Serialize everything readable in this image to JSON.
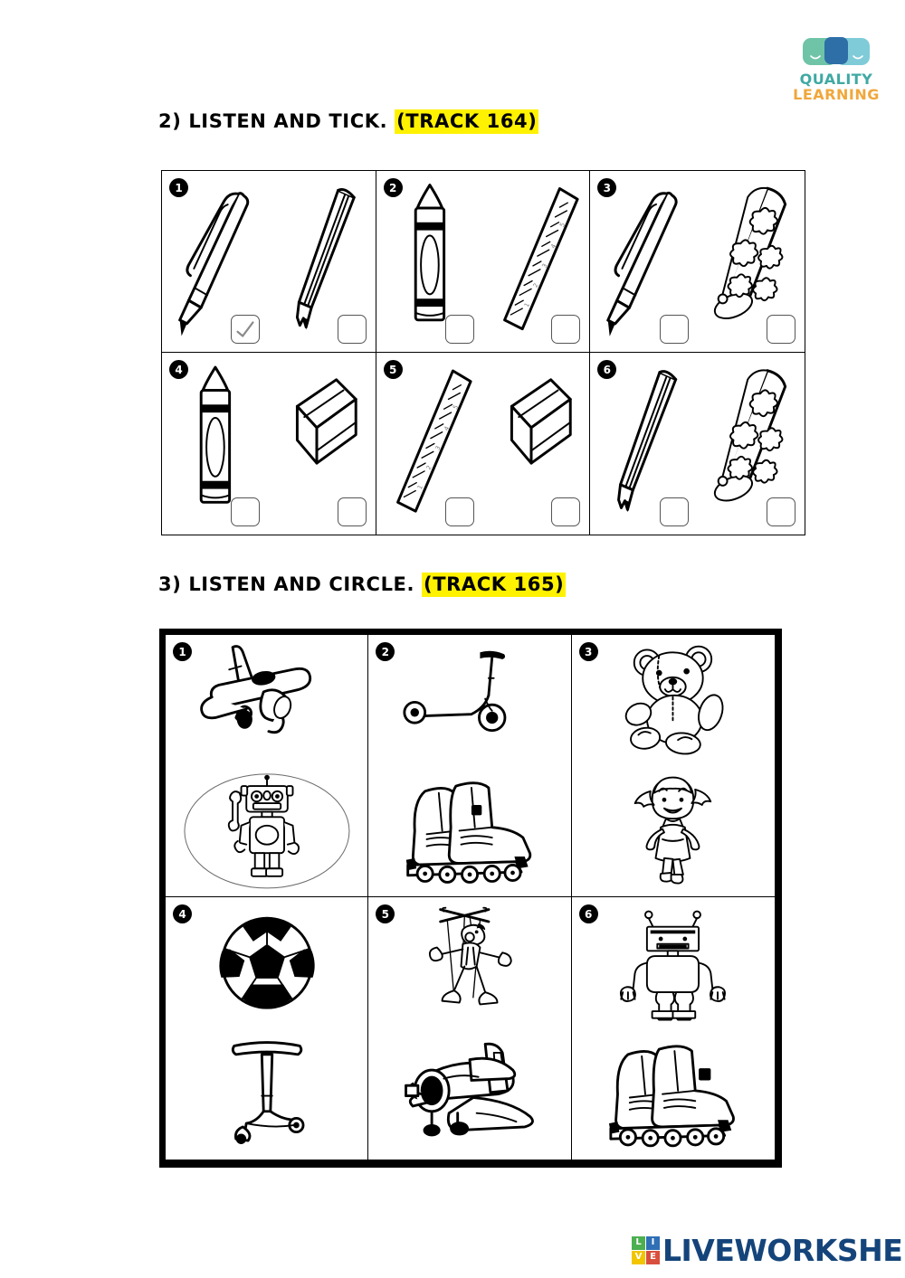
{
  "brand": {
    "logo_line1": "QUALITY",
    "logo_line2": "LEARNING",
    "logo_icon": "two-speech-bubble-faces-icon",
    "colors": {
      "teal": "#3FA9A3",
      "orange": "#F0A73C",
      "blue": "#2F6FB5"
    }
  },
  "exercise2": {
    "heading_main": "2) LISTEN AND TICK. ",
    "heading_track": "(TRACK 164)",
    "highlight_color": "#FFF200",
    "cells": [
      {
        "number": "1",
        "items": [
          {
            "label": "pen",
            "icon": "pen-icon",
            "ticked": true
          },
          {
            "label": "pencil",
            "icon": "pencil-icon",
            "ticked": false
          }
        ]
      },
      {
        "number": "2",
        "items": [
          {
            "label": "crayon",
            "icon": "crayon-icon",
            "ticked": false
          },
          {
            "label": "ruler",
            "icon": "ruler-icon",
            "ticked": false
          }
        ]
      },
      {
        "number": "3",
        "items": [
          {
            "label": "pen",
            "icon": "pen-icon",
            "ticked": false
          },
          {
            "label": "pencil case",
            "icon": "pencil-case-icon",
            "ticked": false
          }
        ]
      },
      {
        "number": "4",
        "items": [
          {
            "label": "crayon",
            "icon": "crayon-icon",
            "ticked": false
          },
          {
            "label": "rubber",
            "icon": "eraser-icon",
            "ticked": false
          }
        ]
      },
      {
        "number": "5",
        "items": [
          {
            "label": "ruler",
            "icon": "ruler-icon",
            "ticked": false
          },
          {
            "label": "rubber",
            "icon": "eraser-icon",
            "ticked": false
          }
        ]
      },
      {
        "number": "6",
        "items": [
          {
            "label": "pencil",
            "icon": "pencil-icon",
            "ticked": false
          },
          {
            "label": "pencil case",
            "icon": "pencil-case-icon",
            "ticked": false
          }
        ]
      }
    ]
  },
  "exercise3": {
    "heading_main": "3) LISTEN AND CIRCLE. ",
    "heading_track": "(TRACK 165)",
    "highlight_color": "#FFF200",
    "cells": [
      {
        "number": "1",
        "items": [
          {
            "label": "plane",
            "icon": "toy-plane-icon",
            "circled": false
          },
          {
            "label": "robot",
            "icon": "toy-robot-icon",
            "circled": true
          }
        ]
      },
      {
        "number": "2",
        "items": [
          {
            "label": "scooter",
            "icon": "scooter-icon",
            "circled": false
          },
          {
            "label": "rollerblades",
            "icon": "rollerblades-icon",
            "circled": false
          }
        ]
      },
      {
        "number": "3",
        "items": [
          {
            "label": "teddy bear",
            "icon": "teddy-bear-icon",
            "circled": false
          },
          {
            "label": "doll",
            "icon": "doll-icon",
            "circled": false
          }
        ]
      },
      {
        "number": "4",
        "items": [
          {
            "label": "ball",
            "icon": "football-icon",
            "circled": false
          },
          {
            "label": "scooter",
            "icon": "scooter-front-icon",
            "circled": false
          }
        ]
      },
      {
        "number": "5",
        "items": [
          {
            "label": "puppet",
            "icon": "puppet-icon",
            "circled": false
          },
          {
            "label": "plane",
            "icon": "toy-plane-icon",
            "circled": false
          }
        ]
      },
      {
        "number": "6",
        "items": [
          {
            "label": "robot",
            "icon": "toy-robot-icon",
            "circled": false
          },
          {
            "label": "rollerblades",
            "icon": "rollerblades-icon",
            "circled": false
          }
        ]
      }
    ]
  },
  "footer": {
    "site_name": "LIVEWORKSHEETS",
    "squares": [
      "L",
      "I",
      "V",
      "E"
    ]
  }
}
